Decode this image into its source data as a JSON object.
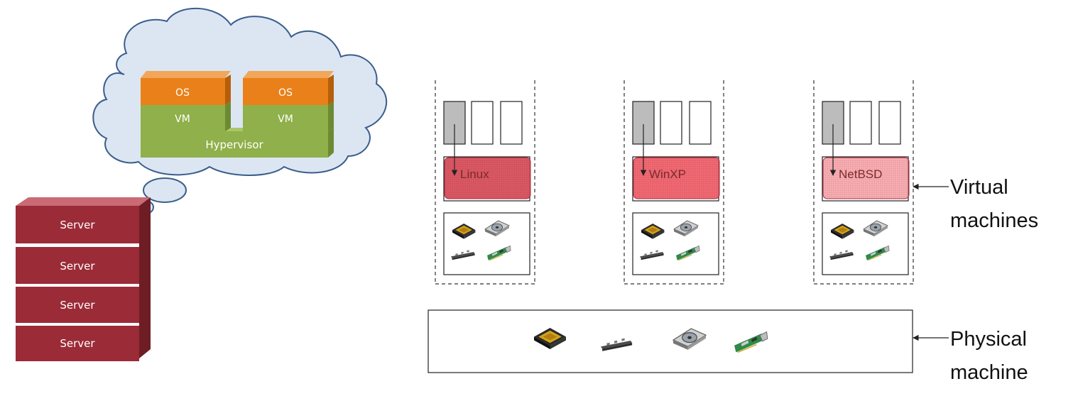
{
  "cloud": {
    "hypervisor_label": "Hypervisor",
    "guests": [
      {
        "os": "OS",
        "vm": "VM"
      },
      {
        "os": "OS",
        "vm": "VM"
      }
    ]
  },
  "servers": [
    "Server",
    "Server",
    "Server",
    "Server"
  ],
  "virtual_machines": [
    {
      "os": "Linux",
      "fill": "#d94f5c",
      "opacity": 0.95
    },
    {
      "os": "WinXP",
      "fill": "#f04f5a",
      "opacity": 0.85
    },
    {
      "os": "NetBSD",
      "fill": "#f46b74",
      "opacity": 0.55
    }
  ],
  "labels": {
    "virtual_line1": "Virtual",
    "virtual_line2": "machines",
    "physical_line1": "Physical",
    "physical_line2": "machine"
  },
  "colors": {
    "server": "#9b2b37",
    "os_box": "#e98019",
    "vm_box": "#8fb04a",
    "cloud": "#dbe6f2",
    "cloud_stroke": "#3a5d8c"
  },
  "hardware_icons": [
    "cpu-icon",
    "memory-stick-icon",
    "hard-disk-icon",
    "network-card-icon"
  ]
}
